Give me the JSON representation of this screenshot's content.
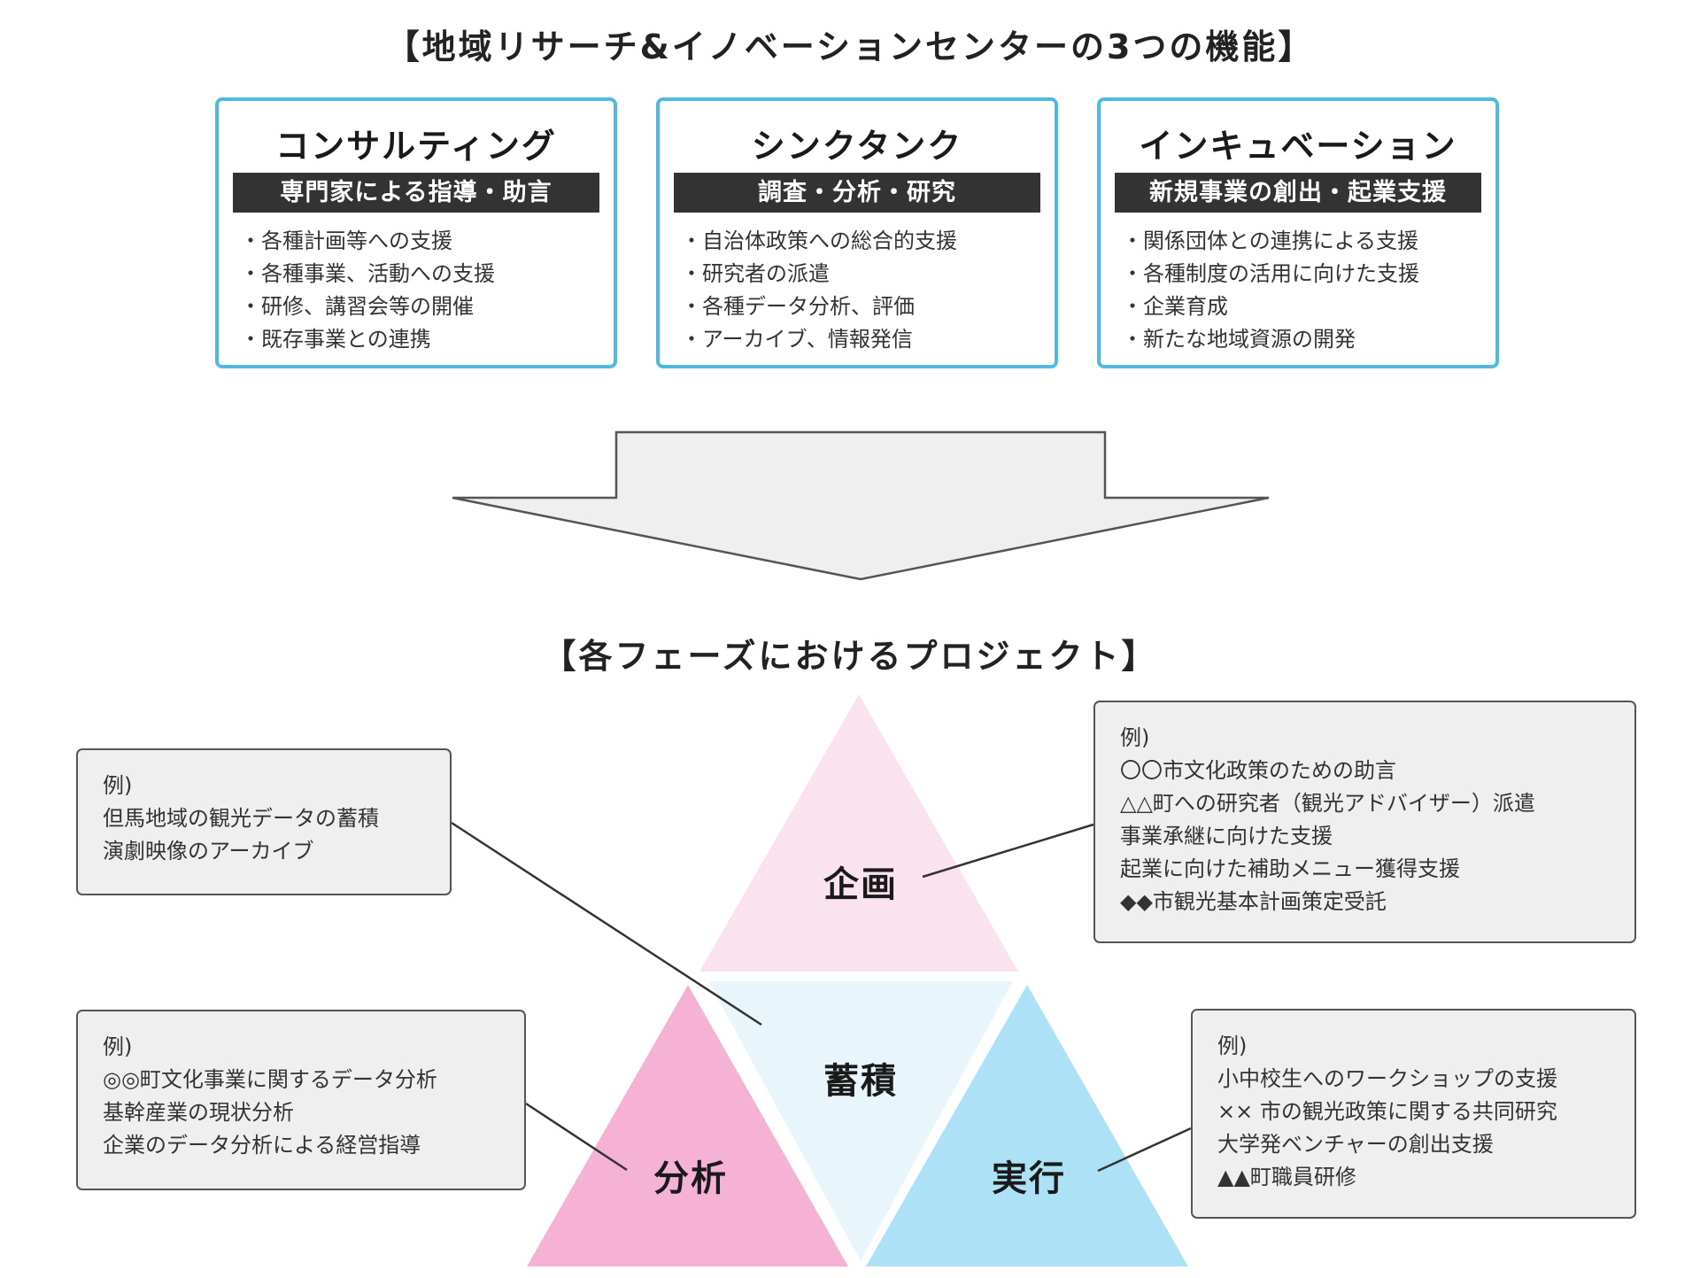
{
  "titles": {
    "functions": "【地域リサーチ&イノベーションセンターの3つの機能】",
    "phases": "【各フェーズにおけるプロジェクト】"
  },
  "functions": [
    {
      "name": "コンサルティング",
      "subtitle": "専門家による指導・助言",
      "items": [
        "各種計画等への支援",
        "各種事業、活動への支援",
        "研修、講習会等の開催",
        "既存事業との連携"
      ]
    },
    {
      "name": "シンクタンク",
      "subtitle": "調査・分析・研究",
      "items": [
        "自治体政策への総合的支援",
        "研究者の派遣",
        "各種データ分析、評価",
        "アーカイブ、情報発信"
      ]
    },
    {
      "name": "インキュベーション",
      "subtitle": "新規事業の創出・起業支援",
      "items": [
        "関係団体との連携による支援",
        "各種制度の活用に向けた支援",
        "企業育成",
        "新たな地域資源の開発"
      ]
    }
  ],
  "phases": {
    "planning": {
      "label": "企画",
      "color": "#fbe2ef"
    },
    "accumulation": {
      "label": "蓄積",
      "color": "#e8f5fb"
    },
    "analysis": {
      "label": "分析",
      "color": "#f5b2d5"
    },
    "execution": {
      "label": "実行",
      "color": "#ade2f6"
    }
  },
  "callouts": {
    "accumulation": {
      "lines": [
        "例)",
        "但馬地域の観光データの蓄積",
        "演劇映像のアーカイブ"
      ]
    },
    "analysis": {
      "lines": [
        "例)",
        "◎◎町文化事業に関するデータ分析",
        "基幹産業の現状分析",
        "企業のデータ分析による経営指導"
      ]
    },
    "planning": {
      "lines": [
        "例)",
        "〇〇市文化政策のための助言",
        "△△町への研究者（観光アドバイザー）派遣",
        "事業承継に向けた支援",
        "起業に向けた補助メニュー獲得支援",
        "◆◆市観光基本計画策定受託"
      ]
    },
    "execution": {
      "lines": [
        "例)",
        "小中校生へのワークショップの支援",
        "×× 市の観光政策に関する共同研究",
        "大学発ベンチャーの創出支援",
        "▲▲町職員研修"
      ]
    }
  },
  "colors": {
    "box_border": "#4fb9e3",
    "band": "#333333",
    "arrow_fill": "#efefef",
    "callout_fill": "#efefef"
  }
}
